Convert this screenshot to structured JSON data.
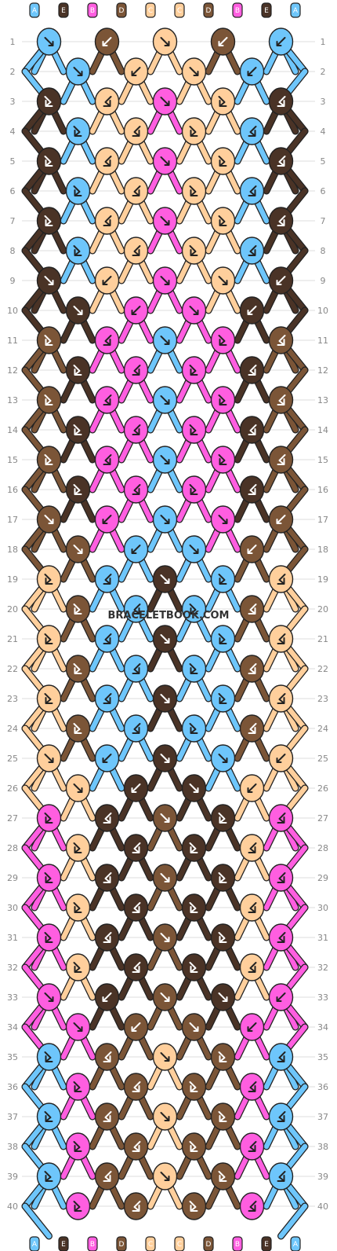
{
  "watermark": "BRACELETBOOK.COM",
  "colors": {
    "A": "#6ec6fb",
    "B": "#ff5ee0",
    "C": "#ffcf9c",
    "D": "#7b5537",
    "E": "#4a3326"
  },
  "top_strings": [
    "A",
    "E",
    "B",
    "D",
    "C",
    "C",
    "D",
    "B",
    "E",
    "A"
  ],
  "bottom_strings": [
    "A",
    "E",
    "B",
    "D",
    "C",
    "C",
    "D",
    "B",
    "E",
    "A"
  ],
  "rows": [
    {
      "num": "1",
      "knots": [
        [
          "A",
          "fr"
        ],
        [
          "D",
          "fl"
        ],
        [
          "C",
          "fr"
        ],
        [
          "D",
          "fl"
        ],
        [
          "A",
          "fl"
        ]
      ]
    },
    {
      "num": "2",
      "knots": [
        [
          "A",
          "fr"
        ],
        [
          "C",
          "fl"
        ],
        [
          "C",
          "fr"
        ],
        [
          "A",
          "fl"
        ]
      ]
    },
    {
      "num": "3",
      "knots": [
        [
          "E",
          "bfr"
        ],
        [
          "C",
          "bfl"
        ],
        [
          "B",
          "fr"
        ],
        [
          "C",
          "bfr"
        ],
        [
          "E",
          "bfl"
        ]
      ]
    },
    {
      "num": "4",
      "knots": [
        [
          "A",
          "bfr"
        ],
        [
          "C",
          "bfl"
        ],
        [
          "C",
          "bfr"
        ],
        [
          "A",
          "bfl"
        ]
      ]
    },
    {
      "num": "5",
      "knots": [
        [
          "E",
          "bfr"
        ],
        [
          "C",
          "bfl"
        ],
        [
          "B",
          "fr"
        ],
        [
          "C",
          "bfr"
        ],
        [
          "E",
          "bfl"
        ]
      ]
    },
    {
      "num": "6",
      "knots": [
        [
          "A",
          "bfr"
        ],
        [
          "C",
          "bfl"
        ],
        [
          "C",
          "bfr"
        ],
        [
          "A",
          "bfl"
        ]
      ]
    },
    {
      "num": "7",
      "knots": [
        [
          "E",
          "bfr"
        ],
        [
          "C",
          "bfl"
        ],
        [
          "B",
          "fr"
        ],
        [
          "C",
          "bfr"
        ],
        [
          "E",
          "bfl"
        ]
      ]
    },
    {
      "num": "8",
      "knots": [
        [
          "A",
          "bfr"
        ],
        [
          "C",
          "bfl"
        ],
        [
          "C",
          "bfr"
        ],
        [
          "A",
          "bfl"
        ]
      ]
    },
    {
      "num": "9",
      "knots": [
        [
          "E",
          "fr"
        ],
        [
          "C",
          "fl"
        ],
        [
          "B",
          "fr"
        ],
        [
          "C",
          "fr"
        ],
        [
          "E",
          "fl"
        ]
      ]
    },
    {
      "num": "10",
      "knots": [
        [
          "E",
          "fr"
        ],
        [
          "B",
          "fl"
        ],
        [
          "B",
          "fr"
        ],
        [
          "E",
          "fl"
        ]
      ]
    },
    {
      "num": "11",
      "knots": [
        [
          "D",
          "bfr"
        ],
        [
          "B",
          "bfl"
        ],
        [
          "A",
          "fr"
        ],
        [
          "B",
          "bfr"
        ],
        [
          "D",
          "bfl"
        ]
      ]
    },
    {
      "num": "12",
      "knots": [
        [
          "E",
          "bfr"
        ],
        [
          "B",
          "bfl"
        ],
        [
          "B",
          "bfr"
        ],
        [
          "E",
          "bfl"
        ]
      ]
    },
    {
      "num": "13",
      "knots": [
        [
          "D",
          "bfr"
        ],
        [
          "B",
          "bfl"
        ],
        [
          "A",
          "fr"
        ],
        [
          "B",
          "bfr"
        ],
        [
          "D",
          "bfl"
        ]
      ]
    },
    {
      "num": "14",
      "knots": [
        [
          "E",
          "bfr"
        ],
        [
          "B",
          "bfl"
        ],
        [
          "B",
          "bfr"
        ],
        [
          "E",
          "bfl"
        ]
      ]
    },
    {
      "num": "15",
      "knots": [
        [
          "D",
          "bfr"
        ],
        [
          "B",
          "bfl"
        ],
        [
          "A",
          "fr"
        ],
        [
          "B",
          "bfr"
        ],
        [
          "D",
          "bfl"
        ]
      ]
    },
    {
      "num": "16",
      "knots": [
        [
          "E",
          "bfr"
        ],
        [
          "B",
          "bfl"
        ],
        [
          "B",
          "bfr"
        ],
        [
          "E",
          "bfl"
        ]
      ]
    },
    {
      "num": "17",
      "knots": [
        [
          "D",
          "fr"
        ],
        [
          "B",
          "fl"
        ],
        [
          "A",
          "fr"
        ],
        [
          "B",
          "fr"
        ],
        [
          "D",
          "fl"
        ]
      ]
    },
    {
      "num": "18",
      "knots": [
        [
          "D",
          "fr"
        ],
        [
          "A",
          "fl"
        ],
        [
          "A",
          "fr"
        ],
        [
          "D",
          "fl"
        ]
      ]
    },
    {
      "num": "19",
      "knots": [
        [
          "C",
          "bfr"
        ],
        [
          "A",
          "bfl"
        ],
        [
          "E",
          "fr"
        ],
        [
          "A",
          "bfr"
        ],
        [
          "C",
          "bfl"
        ]
      ]
    },
    {
      "num": "20",
      "knots": [
        [
          "D",
          "bfr"
        ],
        [
          "A",
          "bfl"
        ],
        [
          "A",
          "bfr"
        ],
        [
          "D",
          "bfl"
        ]
      ]
    },
    {
      "num": "21",
      "knots": [
        [
          "C",
          "bfr"
        ],
        [
          "A",
          "bfl"
        ],
        [
          "E",
          "fr"
        ],
        [
          "A",
          "bfr"
        ],
        [
          "C",
          "bfl"
        ]
      ]
    },
    {
      "num": "22",
      "knots": [
        [
          "D",
          "bfr"
        ],
        [
          "A",
          "bfl"
        ],
        [
          "A",
          "bfr"
        ],
        [
          "D",
          "bfl"
        ]
      ]
    },
    {
      "num": "23",
      "knots": [
        [
          "C",
          "bfr"
        ],
        [
          "A",
          "bfl"
        ],
        [
          "E",
          "fr"
        ],
        [
          "A",
          "bfr"
        ],
        [
          "C",
          "bfl"
        ]
      ]
    },
    {
      "num": "24",
      "knots": [
        [
          "D",
          "bfr"
        ],
        [
          "A",
          "bfl"
        ],
        [
          "A",
          "bfr"
        ],
        [
          "D",
          "bfl"
        ]
      ]
    },
    {
      "num": "25",
      "knots": [
        [
          "C",
          "fr"
        ],
        [
          "A",
          "fl"
        ],
        [
          "E",
          "fr"
        ],
        [
          "A",
          "fr"
        ],
        [
          "C",
          "fl"
        ]
      ]
    },
    {
      "num": "26",
      "knots": [
        [
          "C",
          "fr"
        ],
        [
          "E",
          "fl"
        ],
        [
          "E",
          "fr"
        ],
        [
          "C",
          "fl"
        ]
      ]
    },
    {
      "num": "27",
      "knots": [
        [
          "B",
          "bfr"
        ],
        [
          "E",
          "bfl"
        ],
        [
          "D",
          "fr"
        ],
        [
          "E",
          "bfr"
        ],
        [
          "B",
          "bfl"
        ]
      ]
    },
    {
      "num": "28",
      "knots": [
        [
          "C",
          "bfr"
        ],
        [
          "E",
          "bfl"
        ],
        [
          "E",
          "bfr"
        ],
        [
          "C",
          "bfl"
        ]
      ]
    },
    {
      "num": "29",
      "knots": [
        [
          "B",
          "bfr"
        ],
        [
          "E",
          "bfl"
        ],
        [
          "D",
          "fr"
        ],
        [
          "E",
          "bfr"
        ],
        [
          "B",
          "bfl"
        ]
      ]
    },
    {
      "num": "30",
      "knots": [
        [
          "C",
          "bfr"
        ],
        [
          "E",
          "bfl"
        ],
        [
          "E",
          "bfr"
        ],
        [
          "C",
          "bfl"
        ]
      ]
    },
    {
      "num": "31",
      "knots": [
        [
          "B",
          "bfr"
        ],
        [
          "E",
          "bfl"
        ],
        [
          "D",
          "fr"
        ],
        [
          "E",
          "bfr"
        ],
        [
          "B",
          "bfl"
        ]
      ]
    },
    {
      "num": "32",
      "knots": [
        [
          "C",
          "bfr"
        ],
        [
          "E",
          "bfl"
        ],
        [
          "E",
          "bfr"
        ],
        [
          "C",
          "bfl"
        ]
      ]
    },
    {
      "num": "33",
      "knots": [
        [
          "B",
          "fr"
        ],
        [
          "E",
          "fl"
        ],
        [
          "D",
          "fr"
        ],
        [
          "E",
          "fr"
        ],
        [
          "B",
          "fl"
        ]
      ]
    },
    {
      "num": "34",
      "knots": [
        [
          "B",
          "fr"
        ],
        [
          "D",
          "fl"
        ],
        [
          "D",
          "fr"
        ],
        [
          "B",
          "fl"
        ]
      ]
    },
    {
      "num": "35",
      "knots": [
        [
          "A",
          "bfr"
        ],
        [
          "D",
          "bfl"
        ],
        [
          "C",
          "fr"
        ],
        [
          "D",
          "bfr"
        ],
        [
          "A",
          "bfl"
        ]
      ]
    },
    {
      "num": "36",
      "knots": [
        [
          "B",
          "bfr"
        ],
        [
          "D",
          "bfl"
        ],
        [
          "D",
          "bfr"
        ],
        [
          "B",
          "bfl"
        ]
      ]
    },
    {
      "num": "37",
      "knots": [
        [
          "A",
          "bfr"
        ],
        [
          "D",
          "bfl"
        ],
        [
          "C",
          "fr"
        ],
        [
          "D",
          "bfr"
        ],
        [
          "A",
          "bfl"
        ]
      ]
    },
    {
      "num": "38",
      "knots": [
        [
          "B",
          "bfr"
        ],
        [
          "D",
          "bfl"
        ],
        [
          "D",
          "bfr"
        ],
        [
          "B",
          "bfl"
        ]
      ]
    },
    {
      "num": "39",
      "knots": [
        [
          "A",
          "bfr"
        ],
        [
          "D",
          "bfl"
        ],
        [
          "C",
          "fr"
        ],
        [
          "D",
          "bfr"
        ],
        [
          "A",
          "bfl"
        ]
      ]
    },
    {
      "num": "40",
      "knots": [
        [
          "B",
          "bfr"
        ],
        [
          "D",
          "bfl"
        ],
        [
          "D",
          "bfr"
        ],
        [
          "B",
          "bfl"
        ]
      ]
    }
  ]
}
